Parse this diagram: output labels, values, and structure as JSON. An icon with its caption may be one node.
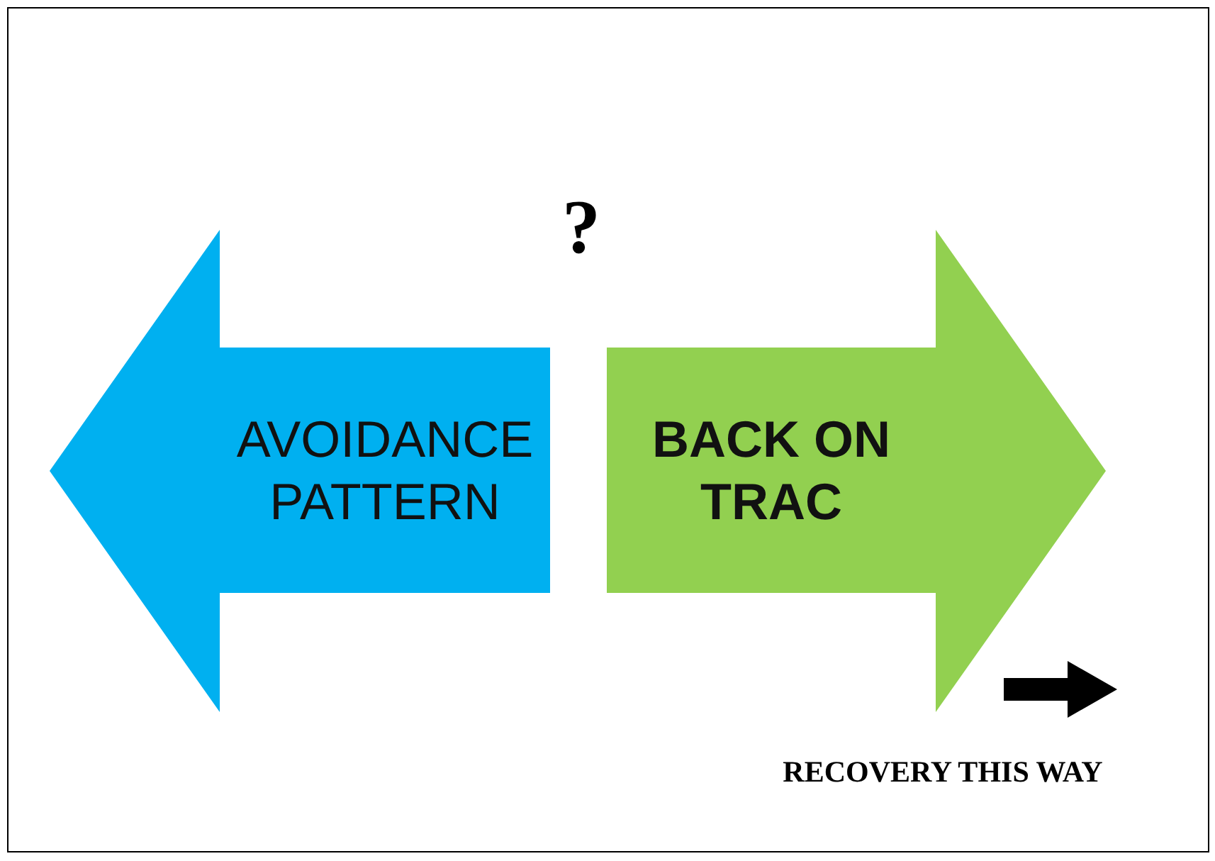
{
  "diagram": {
    "nodes": [
      {
        "text": [
          "AVOIDANCE PATTERN"
        ]
      },
      {
        "text": [
          "BACK ON TRAC"
        ]
      }
    ],
    "labels": [
      "?",
      "RECOVERY THIS WAY"
    ]
  }
}
